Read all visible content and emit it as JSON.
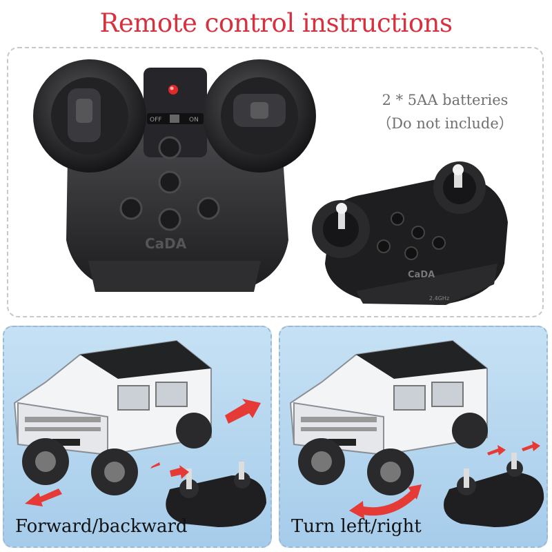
{
  "title": "Remote control instructions",
  "battery": {
    "line1": "2 * 5AA batteries",
    "line2": "（Do not include）"
  },
  "remote": {
    "brand": "CaDA",
    "switch_off": "OFF",
    "switch_on": "ON",
    "frequency": "2.4GHz"
  },
  "panels": [
    {
      "caption": "Forward/backward"
    },
    {
      "caption": "Turn left/right"
    }
  ],
  "colors": {
    "title": "#d7313f",
    "arrow": "#e53a35",
    "panel_bg": "#b6d6ef",
    "remote_body": "#2a2a2d"
  }
}
